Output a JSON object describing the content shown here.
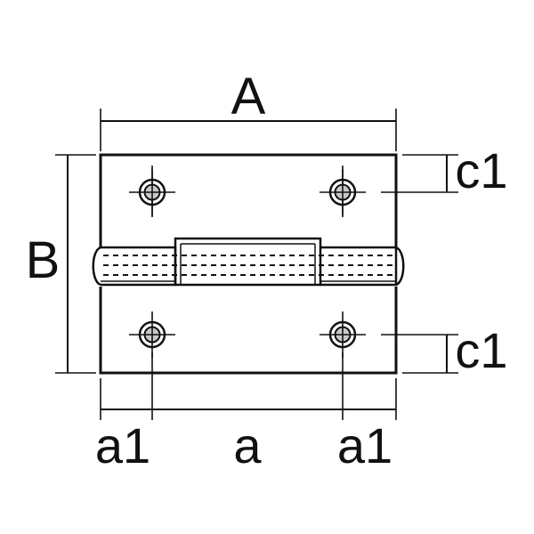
{
  "labels": {
    "A": "A",
    "B": "B",
    "c1_top": "c1",
    "c1_bottom": "c1",
    "a1_left": "a1",
    "a": "a",
    "a1_right": "a1"
  },
  "colors": {
    "stroke": "#111111",
    "background": "#ffffff",
    "hole_fill": "#c8c8c8"
  }
}
